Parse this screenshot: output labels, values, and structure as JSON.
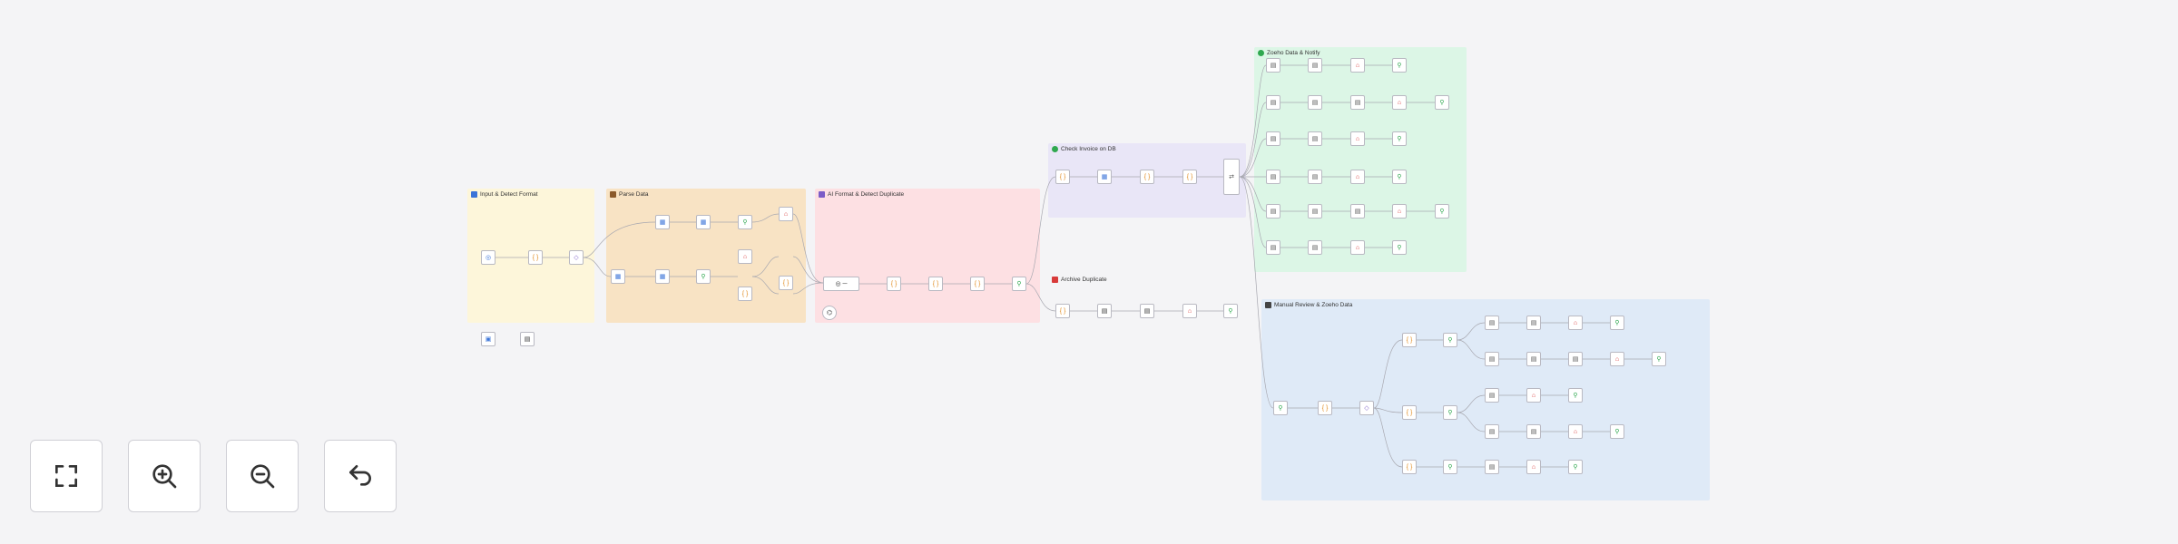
{
  "groups": {
    "input": "Input & Detect Format",
    "parse": "Parse Data",
    "ai": "AI Format & Detect Duplicate",
    "check": "Check Invoice on DB",
    "archive": "Archive Duplicate",
    "zoeho": "Zoeho Data & Notify",
    "manual": "Manual Review & Zoeho Data"
  },
  "colors": {
    "input": "#fdf6da",
    "parse": "#f8e3c4",
    "ai": "#fde0e3",
    "check": "#e9e6f7",
    "archive": "#f4f4f6",
    "zoeho": "#dcf6e6",
    "manual": "#dfeaf7"
  },
  "controls": {
    "fit": "fit-view-icon",
    "zoom_in": "zoom-in-icon",
    "zoom_out": "zoom-out-icon",
    "undo": "undo-icon"
  }
}
